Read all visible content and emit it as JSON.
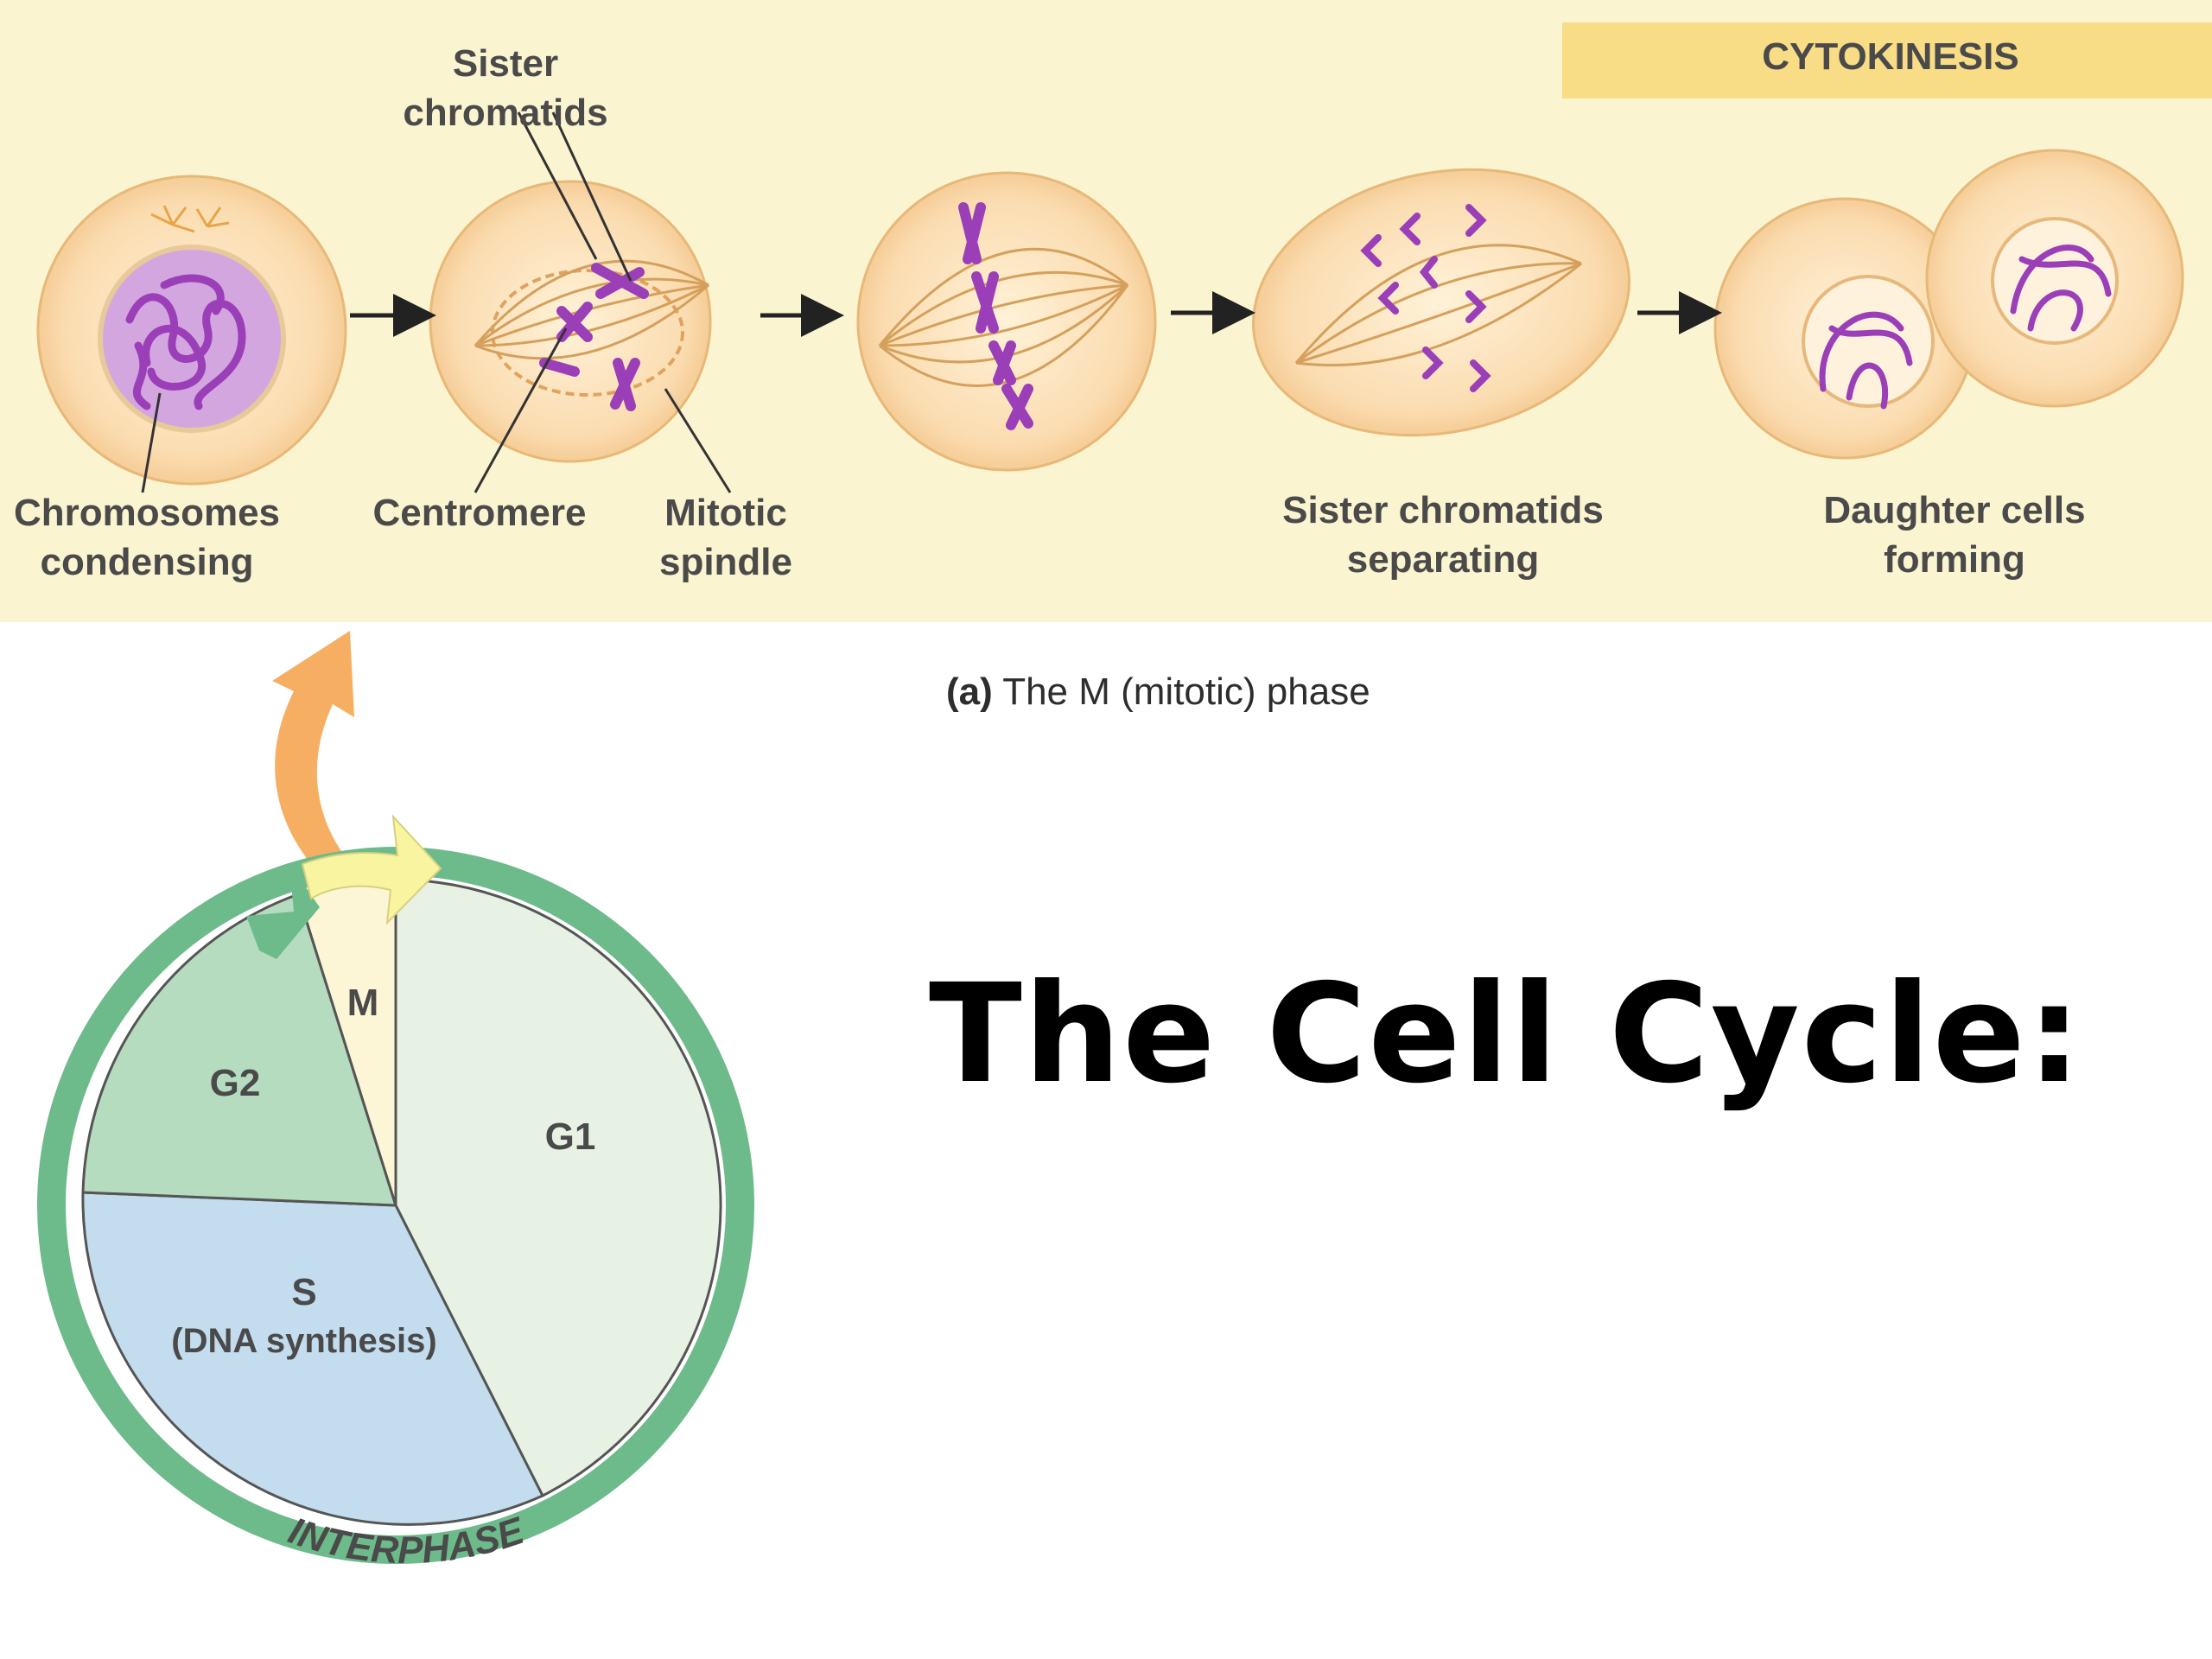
{
  "mitosis_panel": {
    "cytokinesis_label": "CYTOKINESIS",
    "sister_chromatids_line1": "Sister",
    "sister_chromatids_line2": "chromatids",
    "chromosomes_line1": "Chromosomes",
    "chromosomes_line2": "condensing",
    "centromere": "Centromere",
    "spindle_line1": "Mitotic",
    "spindle_line2": "spindle",
    "separating_line1": "Sister chromatids",
    "separating_line2": "separating",
    "daughter_line1": "Daughter cells",
    "daughter_line2": "forming",
    "caption_letter": "(a)",
    "caption_text": " The M (mitotic) phase"
  },
  "cycle": {
    "m": "M",
    "g2": "G2",
    "g1": "G1",
    "s": "S",
    "s_sub": "(DNA synthesis)",
    "interphase": "INTERPHASE"
  },
  "title": "The Cell Cycle:",
  "colors": {
    "panel_bg": "#fbf4d0",
    "cytokinesis_bar": "#f9dc86",
    "cell_fill": "#fbdcb0",
    "chromosome": "#9a3fb8",
    "ring": "#6dba8a",
    "g2": "#b6dcbf",
    "s": "#c3dcee",
    "g1": "#e7f2e5",
    "m": "#fdf6d6",
    "m_arrow": "#f9f4a0",
    "orange_arrow": "#f5a855"
  }
}
